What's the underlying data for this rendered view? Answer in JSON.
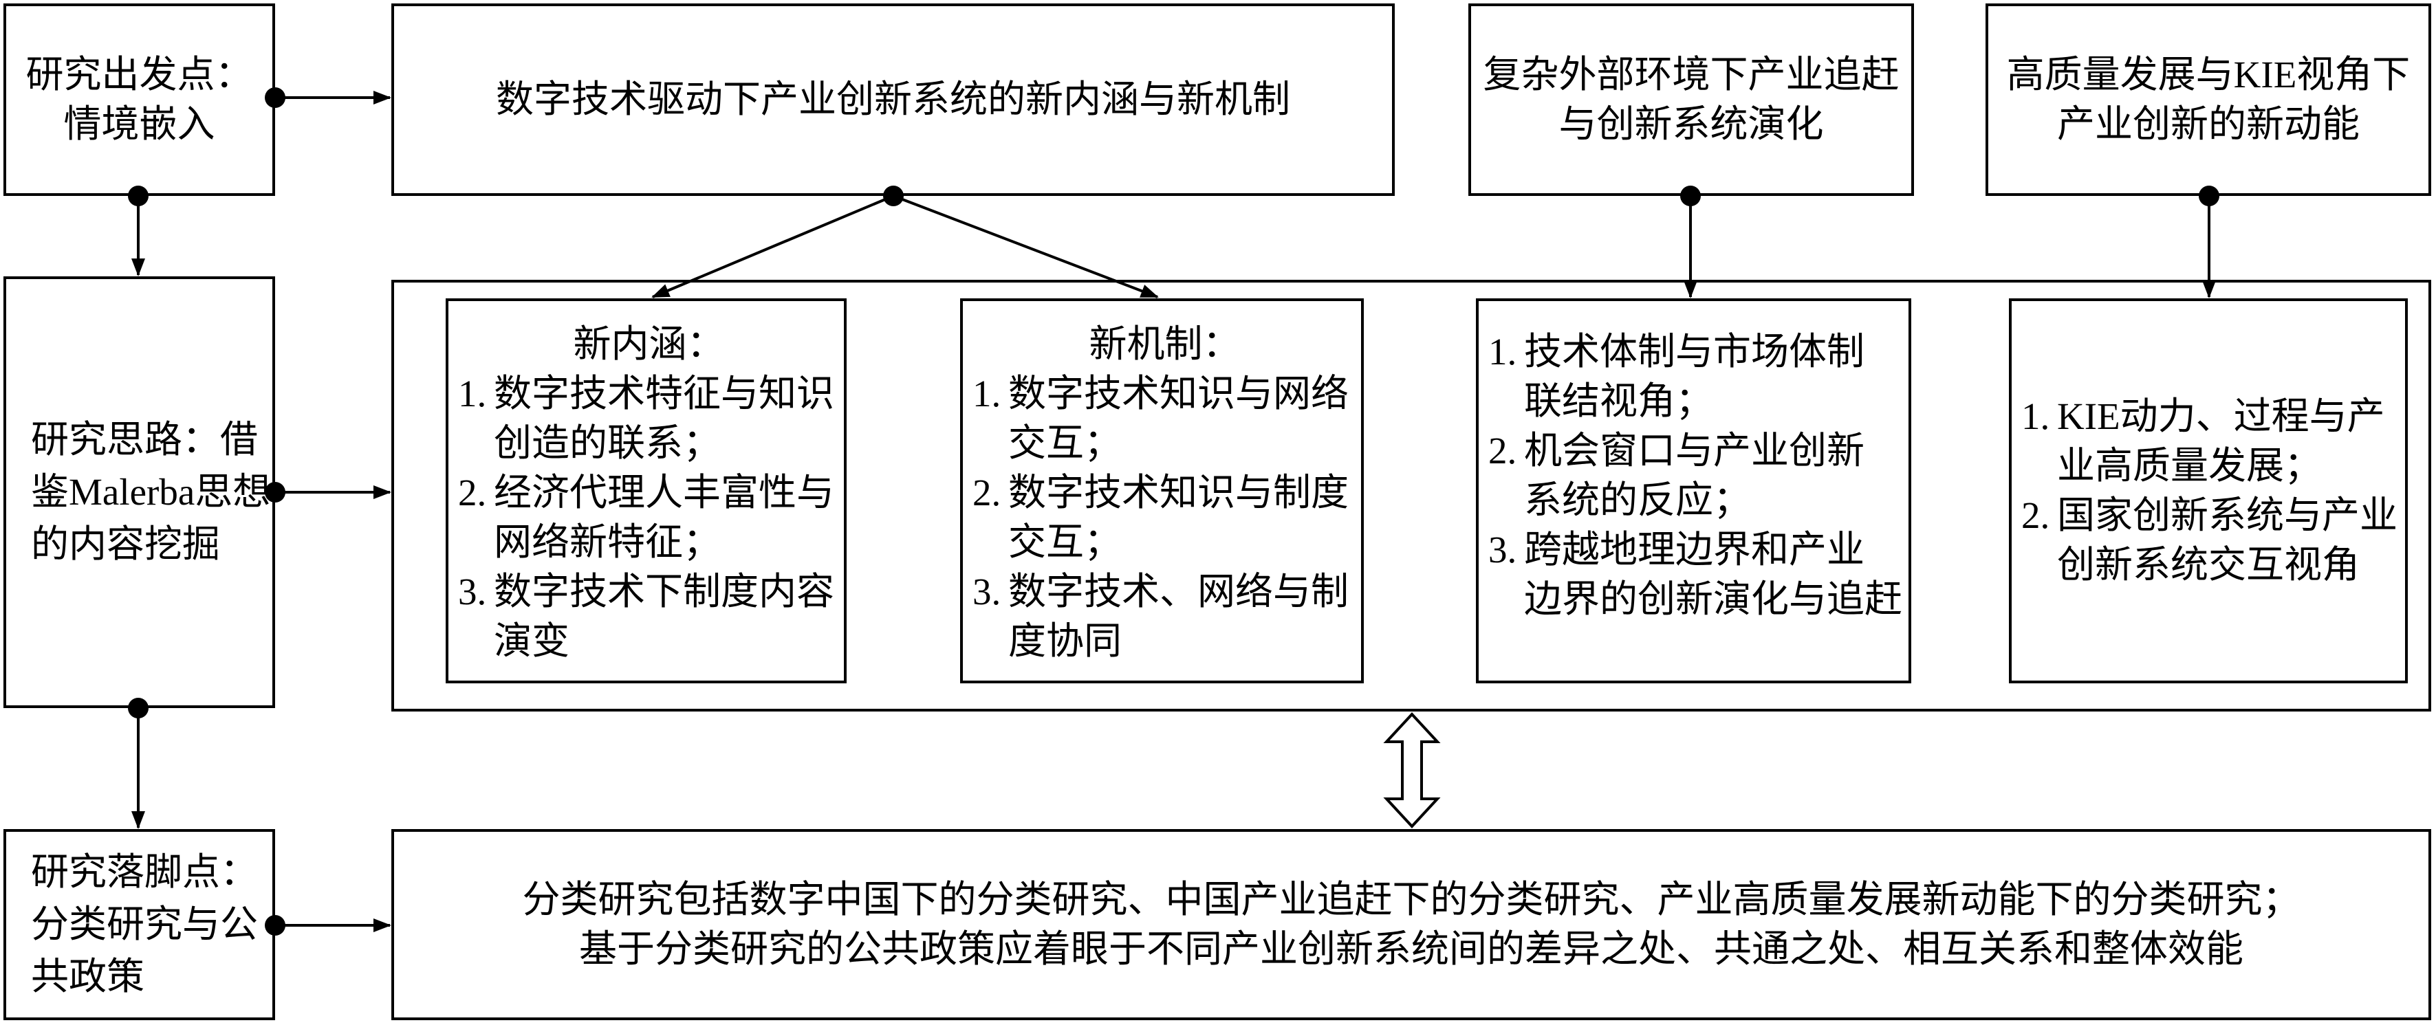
{
  "left": {
    "start": {
      "lines": [
        "研究出发点：",
        "情境嵌入"
      ]
    },
    "approach": {
      "lines": [
        "研究思路：借",
        "鉴Malerba思想",
        "的内容挖掘"
      ]
    },
    "end": {
      "lines": [
        "研究落脚点：",
        "分类研究与公",
        "共政策"
      ]
    }
  },
  "top": {
    "digital": {
      "lines": [
        "数字技术驱动下产业创新系统的新内涵与新机制"
      ]
    },
    "external": {
      "lines": [
        "复杂外部环境下产业追赶",
        "与创新系统演化"
      ]
    },
    "quality": {
      "lines": [
        "高质量发展与KIE视角下",
        "产业创新的新动能"
      ]
    }
  },
  "middle": {
    "connotation": {
      "heading": "新内涵：",
      "items": [
        {
          "num": "1.",
          "lines": [
            "数字技术特征与知识",
            "创造的联系；"
          ]
        },
        {
          "num": "2.",
          "lines": [
            "经济代理人丰富性与",
            "网络新特征；"
          ]
        },
        {
          "num": "3.",
          "lines": [
            "数字技术下制度内容",
            "演变"
          ]
        }
      ]
    },
    "mechanism": {
      "heading": "新机制：",
      "items": [
        {
          "num": "1.",
          "lines": [
            "数字技术知识与网络",
            "交互；"
          ]
        },
        {
          "num": "2.",
          "lines": [
            "数字技术知识与制度",
            "交互；"
          ]
        },
        {
          "num": "3.",
          "lines": [
            "数字技术、网络与制",
            "度协同"
          ]
        }
      ]
    },
    "catchup": {
      "items": [
        {
          "num": "1.",
          "lines": [
            "技术体制与市场体制",
            "联结视角；"
          ]
        },
        {
          "num": "2.",
          "lines": [
            "机会窗口与产业创新",
            "系统的反应；"
          ]
        },
        {
          "num": "3.",
          "lines": [
            "跨越地理边界和产业",
            "边界的创新演化与追赶"
          ]
        }
      ]
    },
    "momentum": {
      "items": [
        {
          "num": "1.",
          "lines": [
            "KIE动力、过程与产",
            "业高质量发展；"
          ]
        },
        {
          "num": "2.",
          "lines": [
            "国家创新系统与产业",
            "创新系统交互视角"
          ]
        }
      ]
    }
  },
  "bottom": {
    "lines": [
      "分类研究包括数字中国下的分类研究、中国产业追赶下的分类研究、产业高质量发展新动能下的分类研究；",
      "基于分类研究的公共政策应着眼于不同产业创新系统间的差异之处、共通之处、相互关系和整体效能"
    ]
  }
}
